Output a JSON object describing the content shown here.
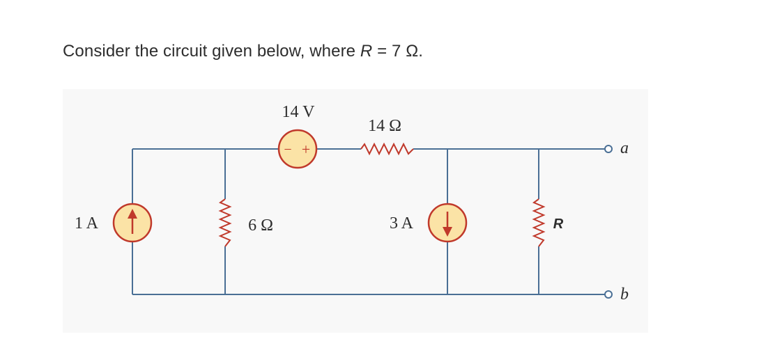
{
  "question": {
    "prefix": "Consider the circuit given below, where ",
    "variable": "R",
    "equals": " = ",
    "value": "7 Ω."
  },
  "circuit": {
    "current_source_left": {
      "label": "1 A",
      "direction": "up"
    },
    "resistor_6": {
      "label": "6 Ω"
    },
    "voltage_source": {
      "label": "14 V",
      "minus": "−",
      "plus": "+"
    },
    "resistor_14": {
      "label": "14 Ω"
    },
    "current_source_right": {
      "label": "3 A",
      "direction": "down"
    },
    "resistor_R": {
      "label": "R"
    },
    "terminal_a": {
      "label": "a"
    },
    "terminal_b": {
      "label": "b"
    }
  },
  "colors": {
    "wire": "#4a6f95",
    "component": "#c0392b",
    "source_fill": "#fbe3a6",
    "text": "#2d2d2d"
  }
}
